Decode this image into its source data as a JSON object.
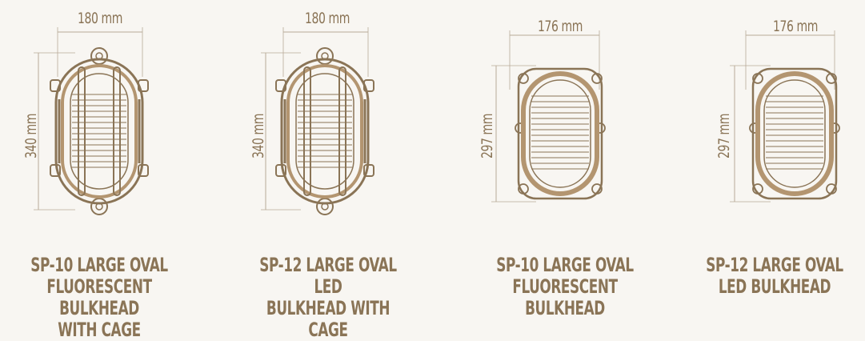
{
  "products": [
    {
      "width_label": "180 mm",
      "height_label": "340 mm",
      "caged": true,
      "caption": [
        "SP-10 LARGE OVAL",
        "FLUORESCENT BULKHEAD",
        "WITH CAGE"
      ]
    },
    {
      "width_label": "180 mm",
      "height_label": "340 mm",
      "caged": true,
      "caption": [
        "SP-12 LARGE OVAL LED",
        "BULKHEAD WITH CAGE"
      ]
    },
    {
      "width_label": "176 mm",
      "height_label": "297 mm",
      "caged": false,
      "caption": [
        "SP-10 LARGE OVAL",
        "FLUORESCENT BULKHEAD"
      ]
    },
    {
      "width_label": "176 mm",
      "height_label": "297 mm",
      "caged": false,
      "caption": [
        "SP-12 LARGE OVAL",
        "LED BULKHEAD"
      ]
    }
  ],
  "colors": {
    "line": "#8a7456",
    "fill": "#b39570",
    "dim": "#b8aa98",
    "text": "#8a7456"
  }
}
